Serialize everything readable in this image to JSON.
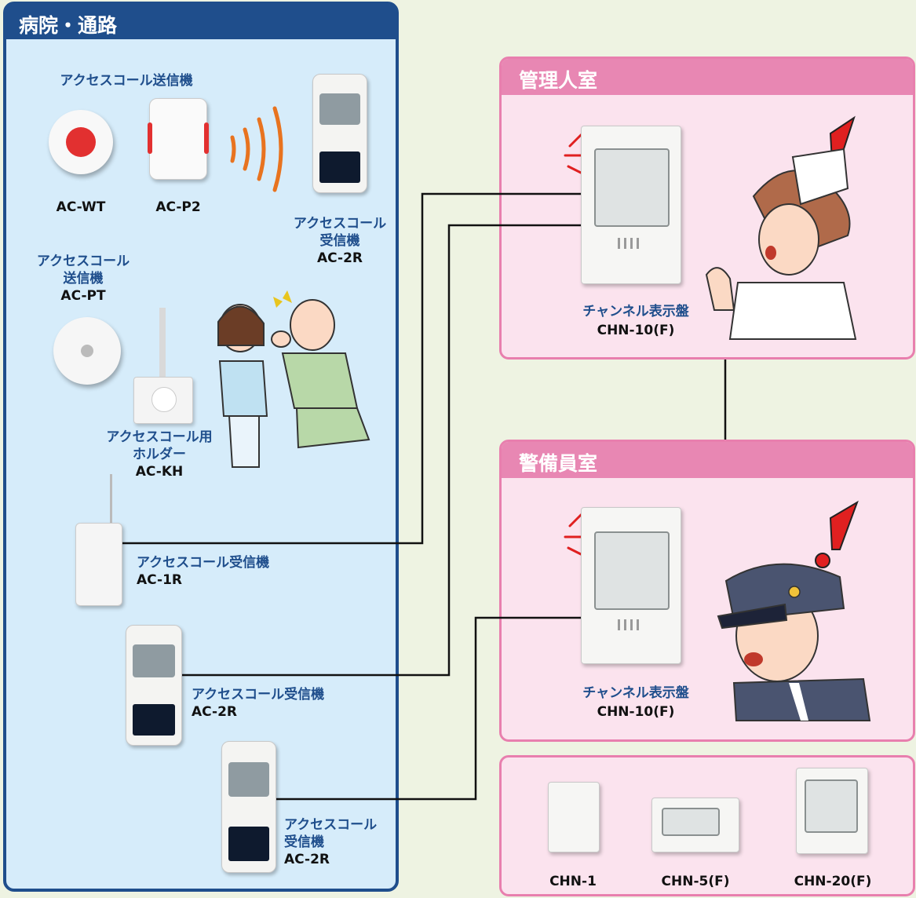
{
  "left_panel": {
    "title": "病院・通路"
  },
  "room1": {
    "title": "管理人室",
    "panel_label": "チャンネル表示盤",
    "panel_model": "CHN-10(F)"
  },
  "room2": {
    "title": "警備員室",
    "panel_label": "チャンネル表示盤",
    "panel_model": "CHN-10(F)"
  },
  "transmitter_heading": "アクセスコール送信機",
  "devices": {
    "ac_wt": "AC-WT",
    "ac_p2": "AC-P2",
    "ac2r_top": {
      "line1": "アクセスコール",
      "line2": "受信機",
      "model": "AC-2R"
    },
    "ac_pt": {
      "line1": "アクセスコール",
      "line2": "送信機",
      "model": "AC-PT"
    },
    "ac_kh": {
      "line1": "アクセスコール用",
      "line2": "ホルダー",
      "model": "AC-KH"
    },
    "ac1r": {
      "label": "アクセスコール受信機",
      "model": "AC-1R"
    },
    "ac2r_mid": {
      "label": "アクセスコール受信機",
      "model": "AC-2R"
    },
    "ac2r_bottom": {
      "line1": "アクセスコール",
      "line2": "受信機",
      "model": "AC-2R"
    }
  },
  "bottom_panels": [
    "CHN-1",
    "CHN-5(F)",
    "CHN-20(F)"
  ],
  "colors": {
    "left_bg": "#d6ecfa",
    "left_border": "#1f4e8c",
    "room_bg": "#fbe3ee",
    "room_header": "#e887b3",
    "wave": "#e8731f",
    "alert": "#e02020"
  }
}
